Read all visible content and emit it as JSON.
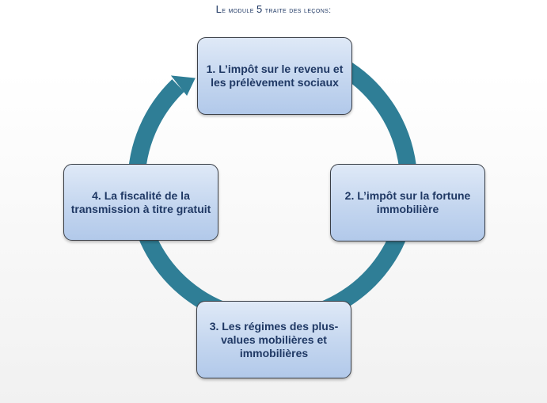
{
  "title": {
    "lead": "L",
    "rest_1": "e module ",
    "number": "5",
    "rest_2": " traite des leçons:"
  },
  "colors": {
    "ring": "#2f7e96",
    "node_fill": "#c4d6ef",
    "node_border": "#3a3f47",
    "text": "#1f3864"
  },
  "nodes": [
    {
      "label": "1. L’impôt sur le revenu et les prélèvement sociaux"
    },
    {
      "label": "2. L’impôt sur la fortune immobilière"
    },
    {
      "label": "3. Les régimes des plus-values mobilières et immobilières"
    },
    {
      "label": "4. La fiscalité de la transmission à titre gratuit"
    }
  ]
}
